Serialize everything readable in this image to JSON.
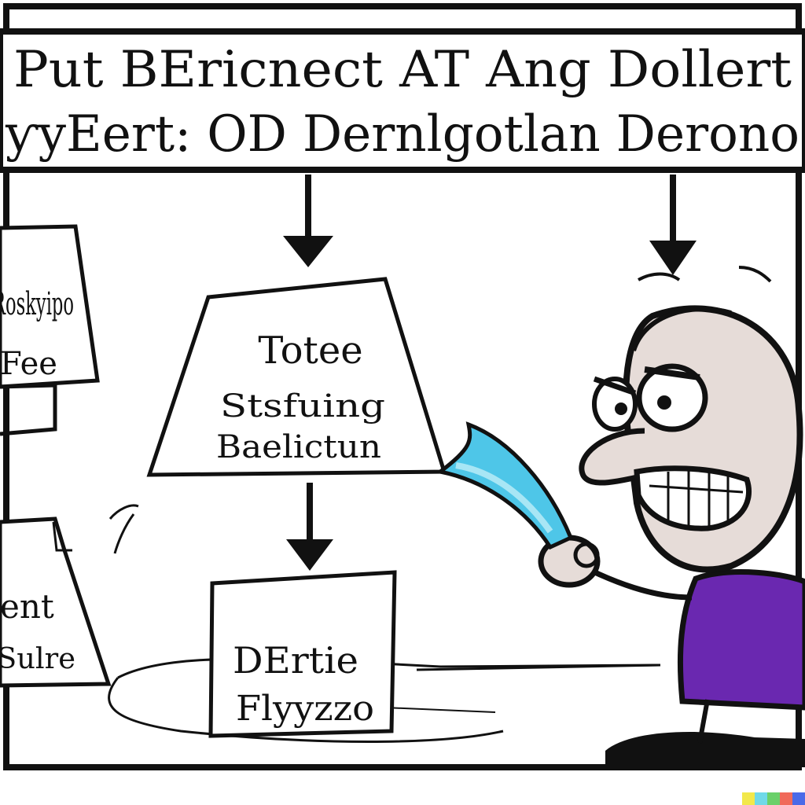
{
  "title": {
    "line1": "Put BEricnect AT Ang Dollert",
    "line2": "ƴyEert: OD Dernlgotlan Derono"
  },
  "center_note": {
    "line1": "Totee",
    "line2": "Stsfuing",
    "line3": "Baelictun"
  },
  "bottom_note": {
    "line1": "DErtie",
    "line2": "Flyyzzo"
  },
  "left_top_note": {
    "line1": "Roskyipo",
    "line2": "Fee"
  },
  "left_bottom_note": {
    "line1": "ent",
    "line2": "Sulre"
  },
  "colors": {
    "ink": "#111111",
    "skin": "#e6dcd8",
    "shirt": "#6a28b0",
    "marker": "#4ec6e8",
    "marker_light": "#a8e6f5",
    "watermark": [
      "#f2e84a",
      "#6fd9e8",
      "#6ad06a",
      "#f06a5a",
      "#4a6ae8"
    ]
  },
  "icons": {
    "watermark": "color-bar-watermark",
    "character": "angry-cartoon-man",
    "marker": "blue-marker-icon"
  }
}
